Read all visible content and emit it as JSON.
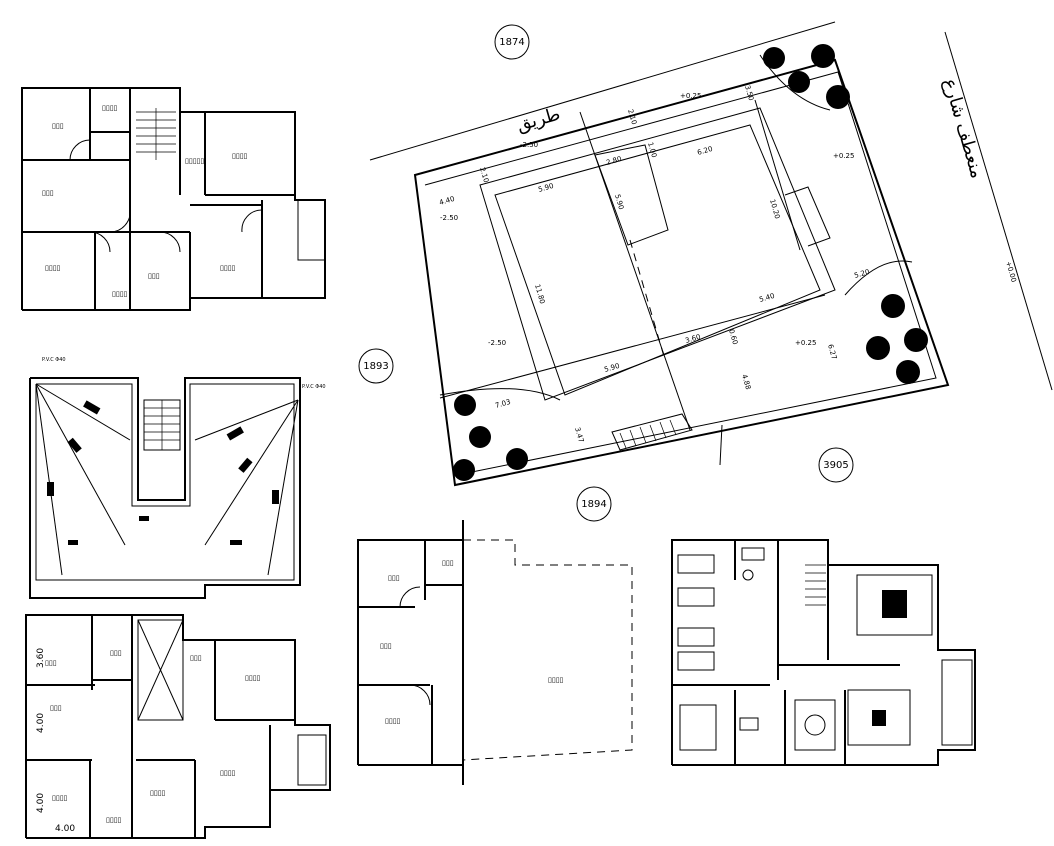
{
  "parcels": {
    "north": "1874",
    "west": "1893",
    "south": "1894",
    "east": "3905"
  },
  "streets": {
    "road": "طريق",
    "main": "منعطف شارع"
  },
  "levels": {
    "l1": "+0.25",
    "l2": "+0.25",
    "l3": "-2.50",
    "l4": "-2.50",
    "l5": "-2.50",
    "l6": "+0.25",
    "l7": "+0.00"
  },
  "dims": {
    "d1": "3.50",
    "d2": "2.10",
    "d3": "1.00",
    "d4": "2.80",
    "d5": "6.20",
    "d6": "5.90",
    "d7": "5.90",
    "d8": "2.10",
    "d9": "4.40",
    "d10": "10.20",
    "d11": "11.80",
    "d12": "5.20",
    "d13": "5.40",
    "d14": "3.60",
    "d15": "0.60",
    "d16": "6.27",
    "d17": "5.90",
    "d18": "4.88",
    "d19": "7.03",
    "d20": "3.47"
  },
  "pvc": {
    "left": "P.V.C Φ40",
    "right": "P.V.C Φ40"
  },
  "section_dims": {
    "v1": "3.60",
    "v2": "4.00",
    "v3": "4.00",
    "h1": "4.00"
  },
  "rooms": {
    "r1": "▯▯▯",
    "r2": "▯▯▯▯",
    "r3": "▯▯▯▯",
    "r4": "▯▯▯",
    "r5": "▯▯▯▯▯",
    "r6": "▯▯▯▯",
    "r7": "▯▯▯▯",
    "r8": "▯▯▯",
    "r9": "▯▯▯▯",
    "r10": "▯▯▯",
    "r11": "▯▯▯",
    "r12": "▯▯▯",
    "r13": "▯▯▯",
    "r14": "▯▯▯▯",
    "r15": "▯▯▯▯",
    "r16": "▯▯▯▯",
    "r17": "▯▯▯▯",
    "r18": "▯▯▯▯",
    "r19": "▯▯▯",
    "r20": "▯▯▯",
    "r21": "▯▯▯",
    "r22": "▯▯▯▯",
    "r23": "▯▯▯▯"
  }
}
